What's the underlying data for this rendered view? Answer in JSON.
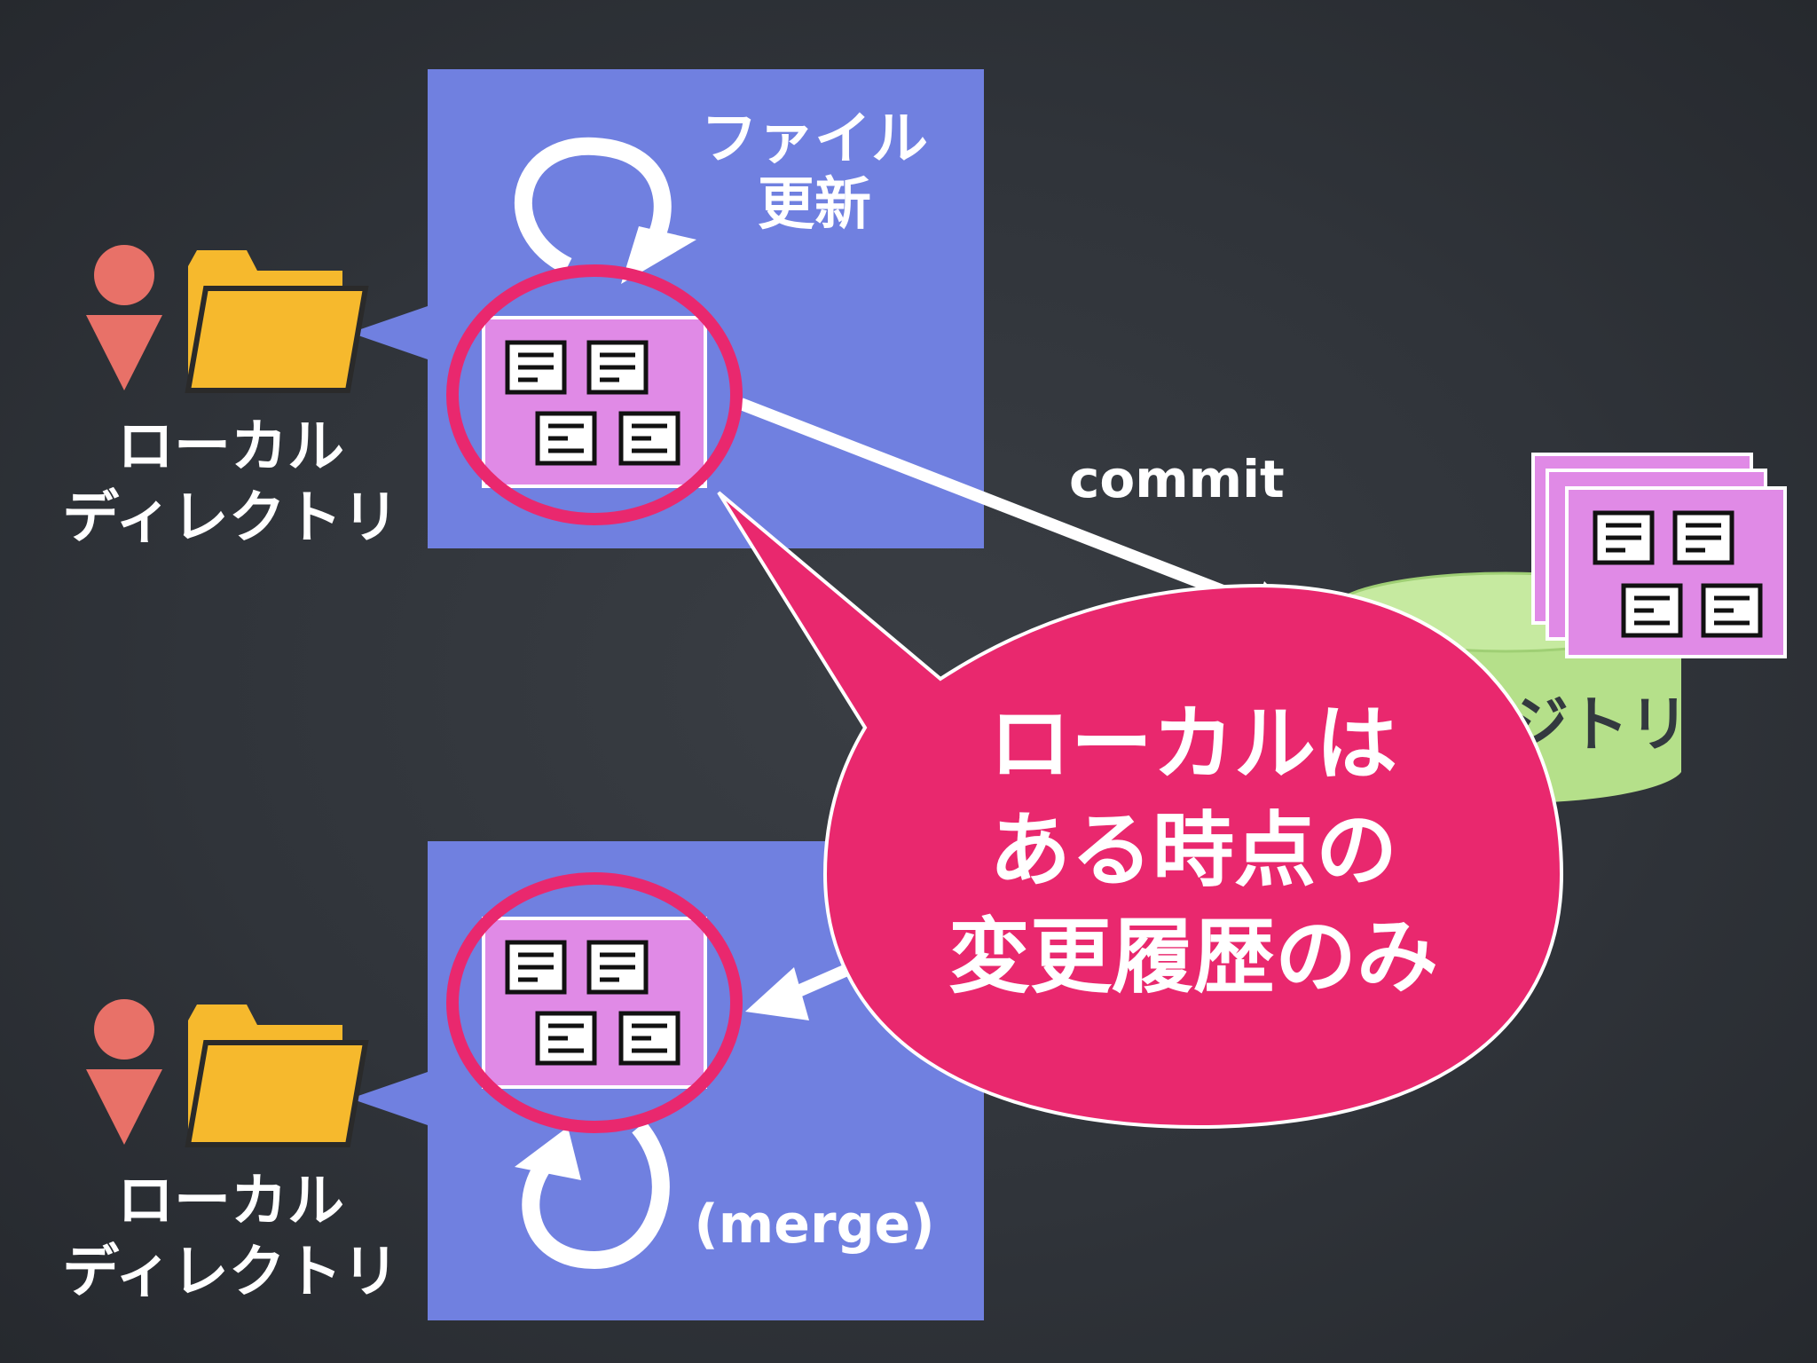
{
  "labels": {
    "file_update_line1": "ファイル",
    "file_update_line2": "更新",
    "commit": "commit",
    "merge": "(merge)",
    "local_dir_top_line1": "ローカル",
    "local_dir_top_line2": "ディレクトリ",
    "local_dir_bottom_line1": "ローカル",
    "local_dir_bottom_line2": "ディレクトリ",
    "repository_partial": "ジトリ"
  },
  "callout": {
    "line1": "ローカルは",
    "line2": "ある時点の",
    "line3": "変更履歴のみ"
  },
  "icons": {
    "user": "person-icon",
    "folder": "folder-icon",
    "document": "document-icon",
    "loop_arrow": "loop-arrow-icon",
    "repository": "database-cylinder-icon"
  },
  "colors": {
    "background": "#30343a",
    "working_area": "#7080e0",
    "snapshot_fill": "#e08ae6",
    "highlight_ring": "#e9286e",
    "callout_fill": "#e9286e",
    "folder": "#f6b92d",
    "person": "#e87168",
    "repository": "#b5e08a",
    "arrow": "#ffffff"
  }
}
